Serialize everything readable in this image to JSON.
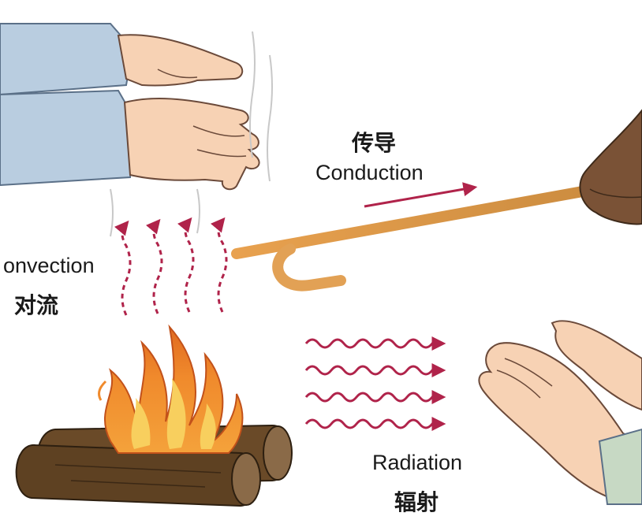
{
  "labels": {
    "conduction_zh": "传导",
    "conduction_en": "Conduction",
    "convection_en": "onvection",
    "convection_zh": "对流",
    "radiation_en": "Radiation",
    "radiation_zh": "辐射"
  },
  "colors": {
    "arrow": "#b0234a",
    "flame_outer": "#e8752a",
    "flame_inner": "#f6b445",
    "log": "#6a4a28",
    "rod": "#e2a155",
    "skin": "#f7d2b4",
    "sleeve": "#b9cde0"
  }
}
